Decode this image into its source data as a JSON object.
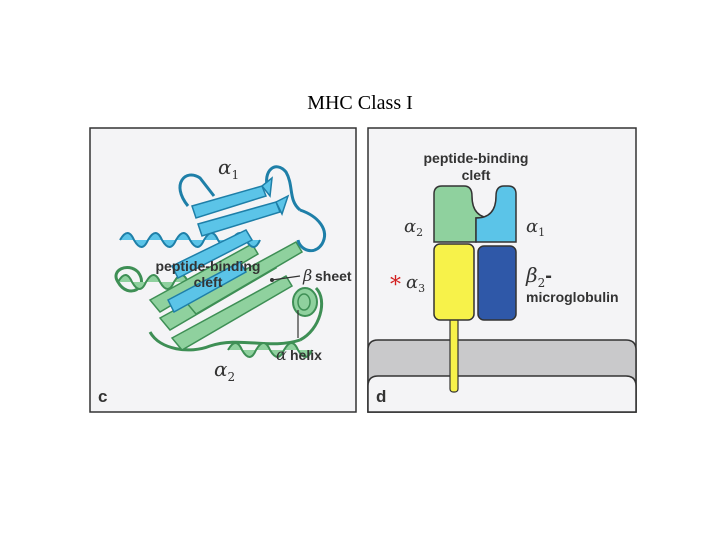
{
  "title": "MHC Class I",
  "panel_c": {
    "label": "c",
    "alpha1": {
      "symbol": "α",
      "sub": "1"
    },
    "alpha2": {
      "symbol": "α",
      "sub": "2"
    },
    "cleft_line1": "peptide-binding",
    "cleft_line2": "cleft",
    "beta_symbol": "β",
    "beta_text": "sheet",
    "helix_symbol": "α",
    "helix_text": "helix"
  },
  "panel_d": {
    "label": "d",
    "cleft_line1": "peptide-binding",
    "cleft_line2": "cleft",
    "alpha1": {
      "symbol": "α",
      "sub": "1"
    },
    "alpha2": {
      "symbol": "α",
      "sub": "2"
    },
    "alpha3": {
      "symbol": "α",
      "sub": "3"
    },
    "asterisk": "*",
    "b2m_symbol": "β",
    "b2m_sub": "2",
    "b2m_dash": "-",
    "b2m_text": "microglobulin"
  },
  "colors": {
    "alpha1_blue": "#5bc4e8",
    "alpha2_green": "#8fd19e",
    "alpha3_yellow": "#f7f24a",
    "b2m_blue": "#2f58a8",
    "membrane": "#c9c9cb",
    "panel_bg": "#f4f4f6",
    "asterisk_red": "#d21f1f"
  }
}
